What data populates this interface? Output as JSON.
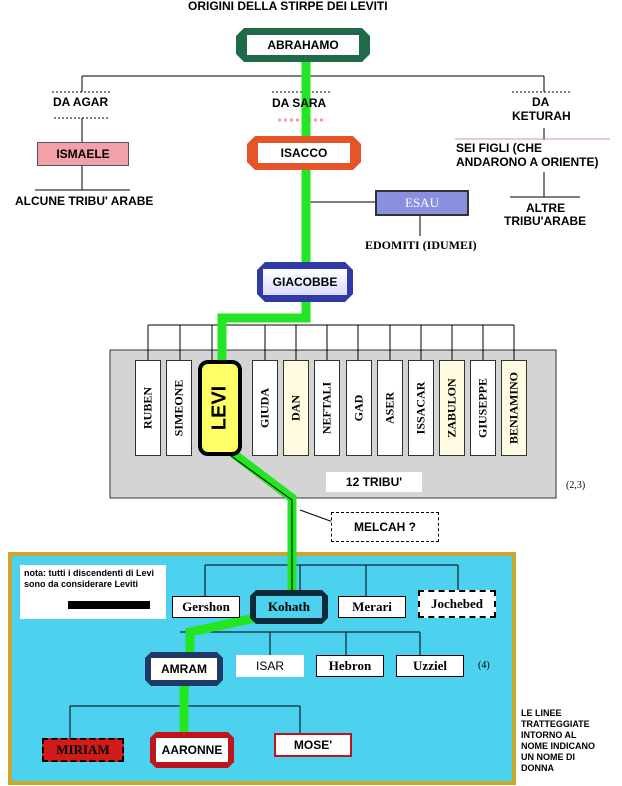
{
  "title": "ORIGINI DELLA STIRPE DEI LEVITI",
  "abraham": "ABRAHAMO",
  "branches": {
    "agar": "DA AGAR",
    "sara": "DA SARA",
    "keturah_1": "DA",
    "keturah_2": "KETURAH"
  },
  "ismaele": "ISMAELE",
  "arab_tribes": "ALCUNE TRIBU' ARABE",
  "isacco": "ISACCO",
  "sons_east_1": "SEI FIGLI (CHE",
  "sons_east_2": "ANDARONO A ORIENTE)",
  "other_arab_1": "ALTRE",
  "other_arab_2": "TRIBU'ARABE",
  "esau": "ESAU",
  "edomites": "EDOMITI (IDUMEI)",
  "giacobbe": "GIACOBBE",
  "tribes": [
    "RUBEN",
    "SIMEONE",
    "LEVI",
    "GIUDA",
    "DAN",
    "NEFTALI",
    "GAD",
    "ASER",
    "ISSACAR",
    "ZABULON",
    "GIUSEPPE",
    "BENIAMINO"
  ],
  "twelve_tribes": "12 TRIBU'",
  "ref_23": "(2,3)",
  "melcah": "MELCAH ?",
  "note": "nota: tutti i discendenti di Levi sono da considerare Leviti",
  "gen2": [
    "Gershon",
    "Kohath",
    "Merari",
    "Jochebed"
  ],
  "gen3": [
    "AMRAM",
    "ISAR",
    "Hebron",
    "Uzziel"
  ],
  "ref_4": "(4)",
  "gen4": [
    "MIRIAM",
    "AARONNE",
    "MOSE'"
  ],
  "legend_note": [
    "LE LINEE",
    "TRATTEGGIATE",
    "INTORNO AL",
    "NOME INDICANO",
    "UN NOME DI",
    "DONNA"
  ],
  "colors": {
    "lineage_green": "#22e622",
    "abraham_border": "#1f6b47",
    "ismaele_fill": "#f4a0a8",
    "isacco_border": "#e8542a",
    "esau_fill": "#8b8fe0",
    "giacobbe_border": "#2f3aa6",
    "levi_fill": "#ffff66",
    "tribes_panel": "#d4d4d4",
    "levites_area": "#4cd1ee",
    "levites_frame": "#c9a82a",
    "miriam_fill": "#d11a1a",
    "aaronne_border": "#c0141c"
  }
}
